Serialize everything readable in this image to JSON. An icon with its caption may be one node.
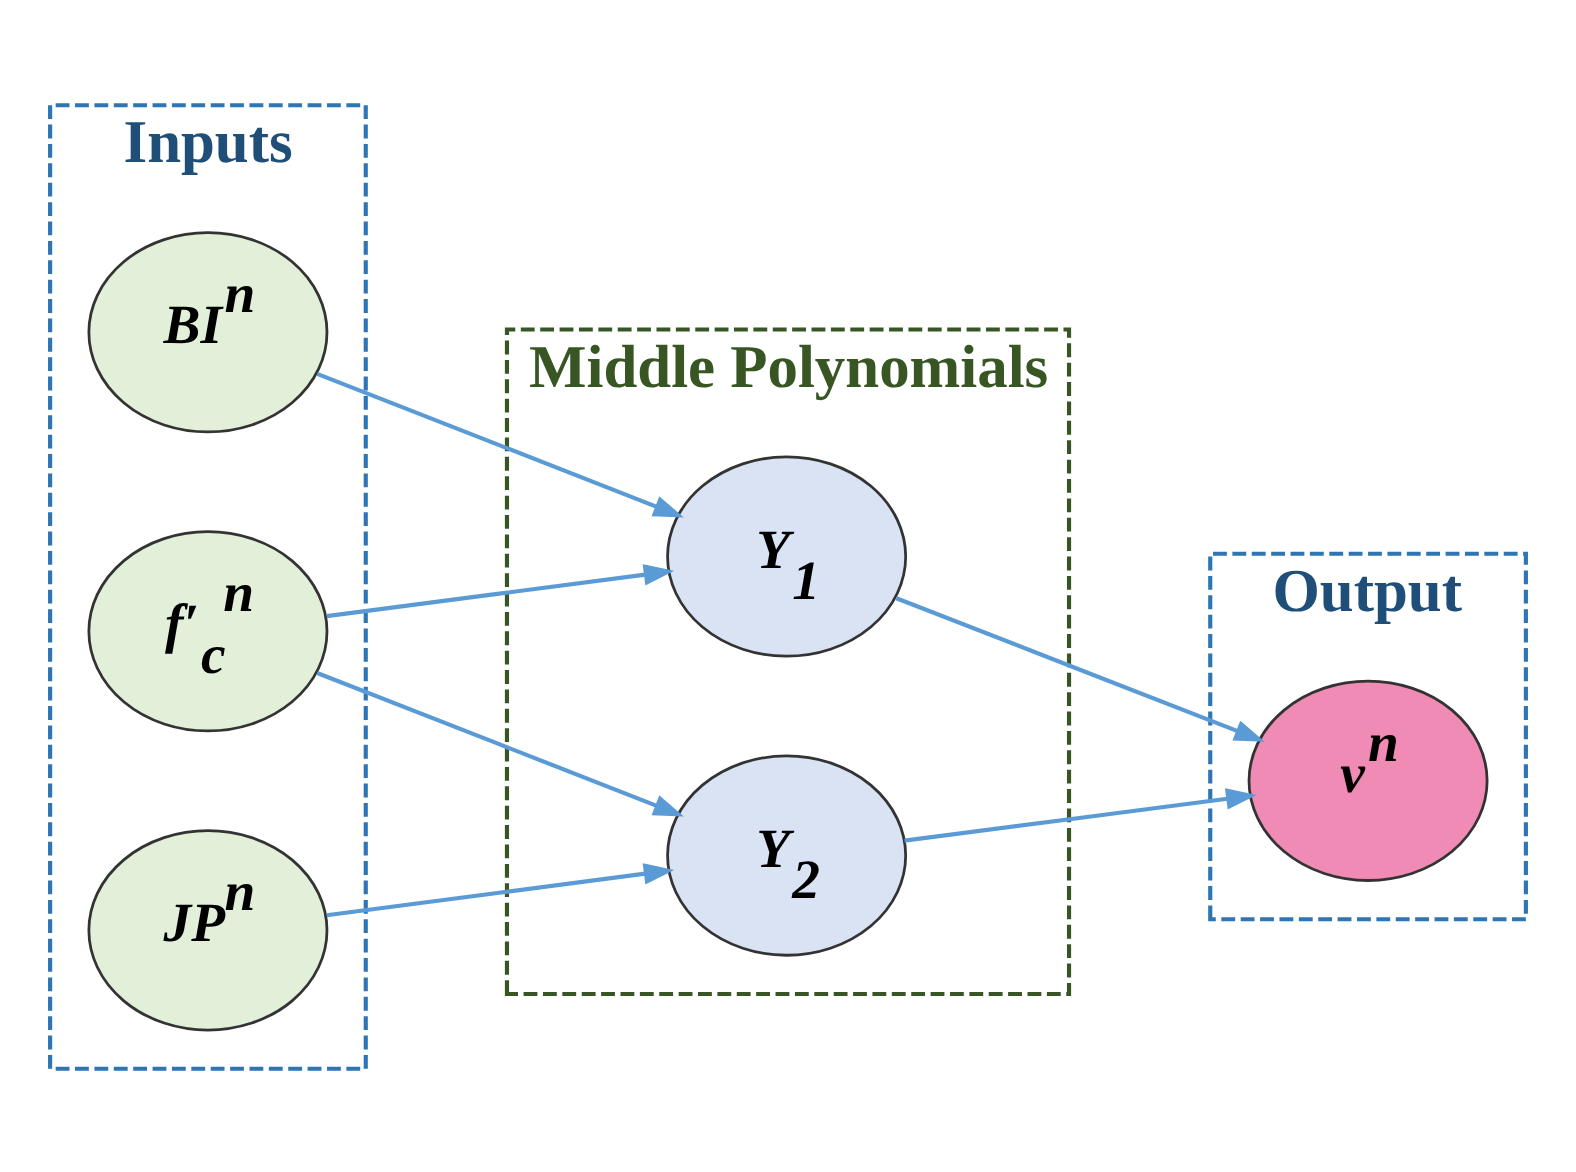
{
  "diagram": {
    "nodes": [
      {
        "text": [
          "Inputs"
        ]
      },
      {
        "text": [
          "BI$^{n}$"
        ],
        "in": 0
      },
      {
        "text": [
          "JP$^{n}$"
        ],
        "in": 0
      },
      {
        "text": [
          "f′$_{c}$$^{n}$"
        ],
        "in": 0
      },
      {
        "text": [
          "Middle Polynomials"
        ]
      },
      {
        "text": [
          "Y$_{1}$"
        ],
        "in": 4
      },
      {
        "text": [
          "Y$_{2}$"
        ],
        "in": 4
      },
      {
        "text": [
          "Output"
        ]
      },
      {
        "text": [
          "v$^{n}$"
        ],
        "in": 7
      }
    ],
    "edges": [
      {
        "from": 1,
        "to": 5,
        "arrow": "to"
      },
      {
        "from": 2,
        "to": 6,
        "arrow": "to"
      },
      {
        "from": 3,
        "to": 5,
        "arrow": "to"
      },
      {
        "from": 3,
        "to": 6,
        "arrow": "to"
      },
      {
        "from": 5,
        "to": 8,
        "arrow": "to"
      },
      {
        "from": 6,
        "to": 8,
        "arrow": "to"
      }
    ]
  }
}
